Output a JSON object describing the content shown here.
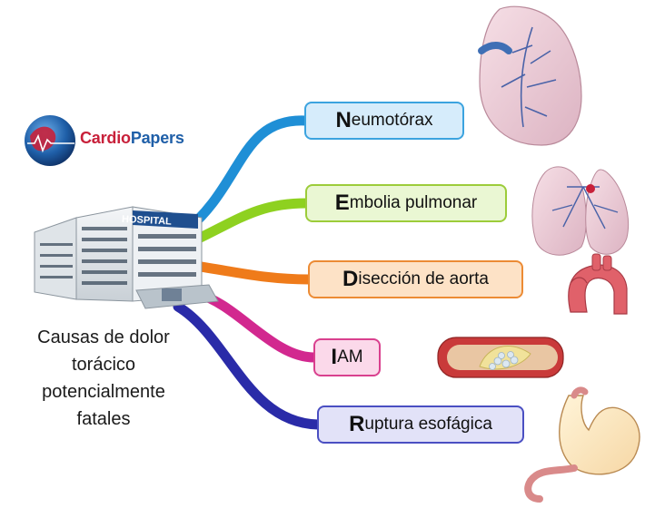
{
  "logo": {
    "text_part1": "Cardio",
    "text_part2": "Papers"
  },
  "hospital_sign": "HOSPITAL",
  "caption": [
    "Causas de dolor",
    "torácico",
    "potencialmente",
    "fatales"
  ],
  "causes": [
    {
      "initial": "N",
      "rest": "eumotórax"
    },
    {
      "initial": "E",
      "rest": "mbolia pulmonar"
    },
    {
      "initial": "D",
      "rest": "isección de aorta"
    },
    {
      "initial": "I",
      "rest": "AM"
    },
    {
      "initial": "R",
      "rest": "uptura esofágica"
    }
  ],
  "colors": {
    "branch_1": "#1f8fd6",
    "branch_2": "#8ed120",
    "branch_3": "#ef7b1a",
    "branch_4": "#d2288f",
    "branch_5": "#2a2ba8",
    "logo_red": "#c8203a",
    "logo_blue": "#1f5fa8"
  },
  "icons": [
    "globe-logo-icon",
    "hospital-building-icon",
    "collapsed-lung-icon",
    "lungs-icon",
    "aortic-arch-icon",
    "artery-plaque-icon",
    "stomach-icon"
  ]
}
